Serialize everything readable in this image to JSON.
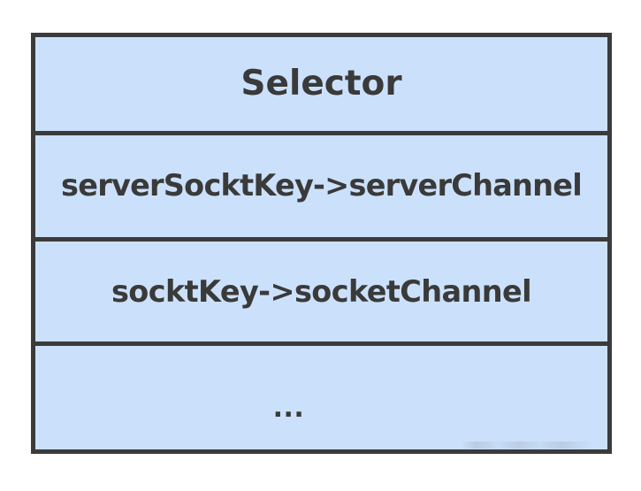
{
  "diagram": {
    "type": "uml-class-box",
    "title": "Selector",
    "fill_color": "#cbe1fb",
    "border_color": "#3b3b3b",
    "text_color": "#3a3a3a",
    "background_color": "#ffffff",
    "compartments": [
      {
        "name": "title",
        "text": "Selector"
      },
      {
        "name": "entry-1",
        "text": "serverSocktKey->serverChannel"
      },
      {
        "name": "entry-2",
        "text": "socktKey->socketChannel"
      },
      {
        "name": "ellipsis",
        "text": "..."
      }
    ]
  }
}
